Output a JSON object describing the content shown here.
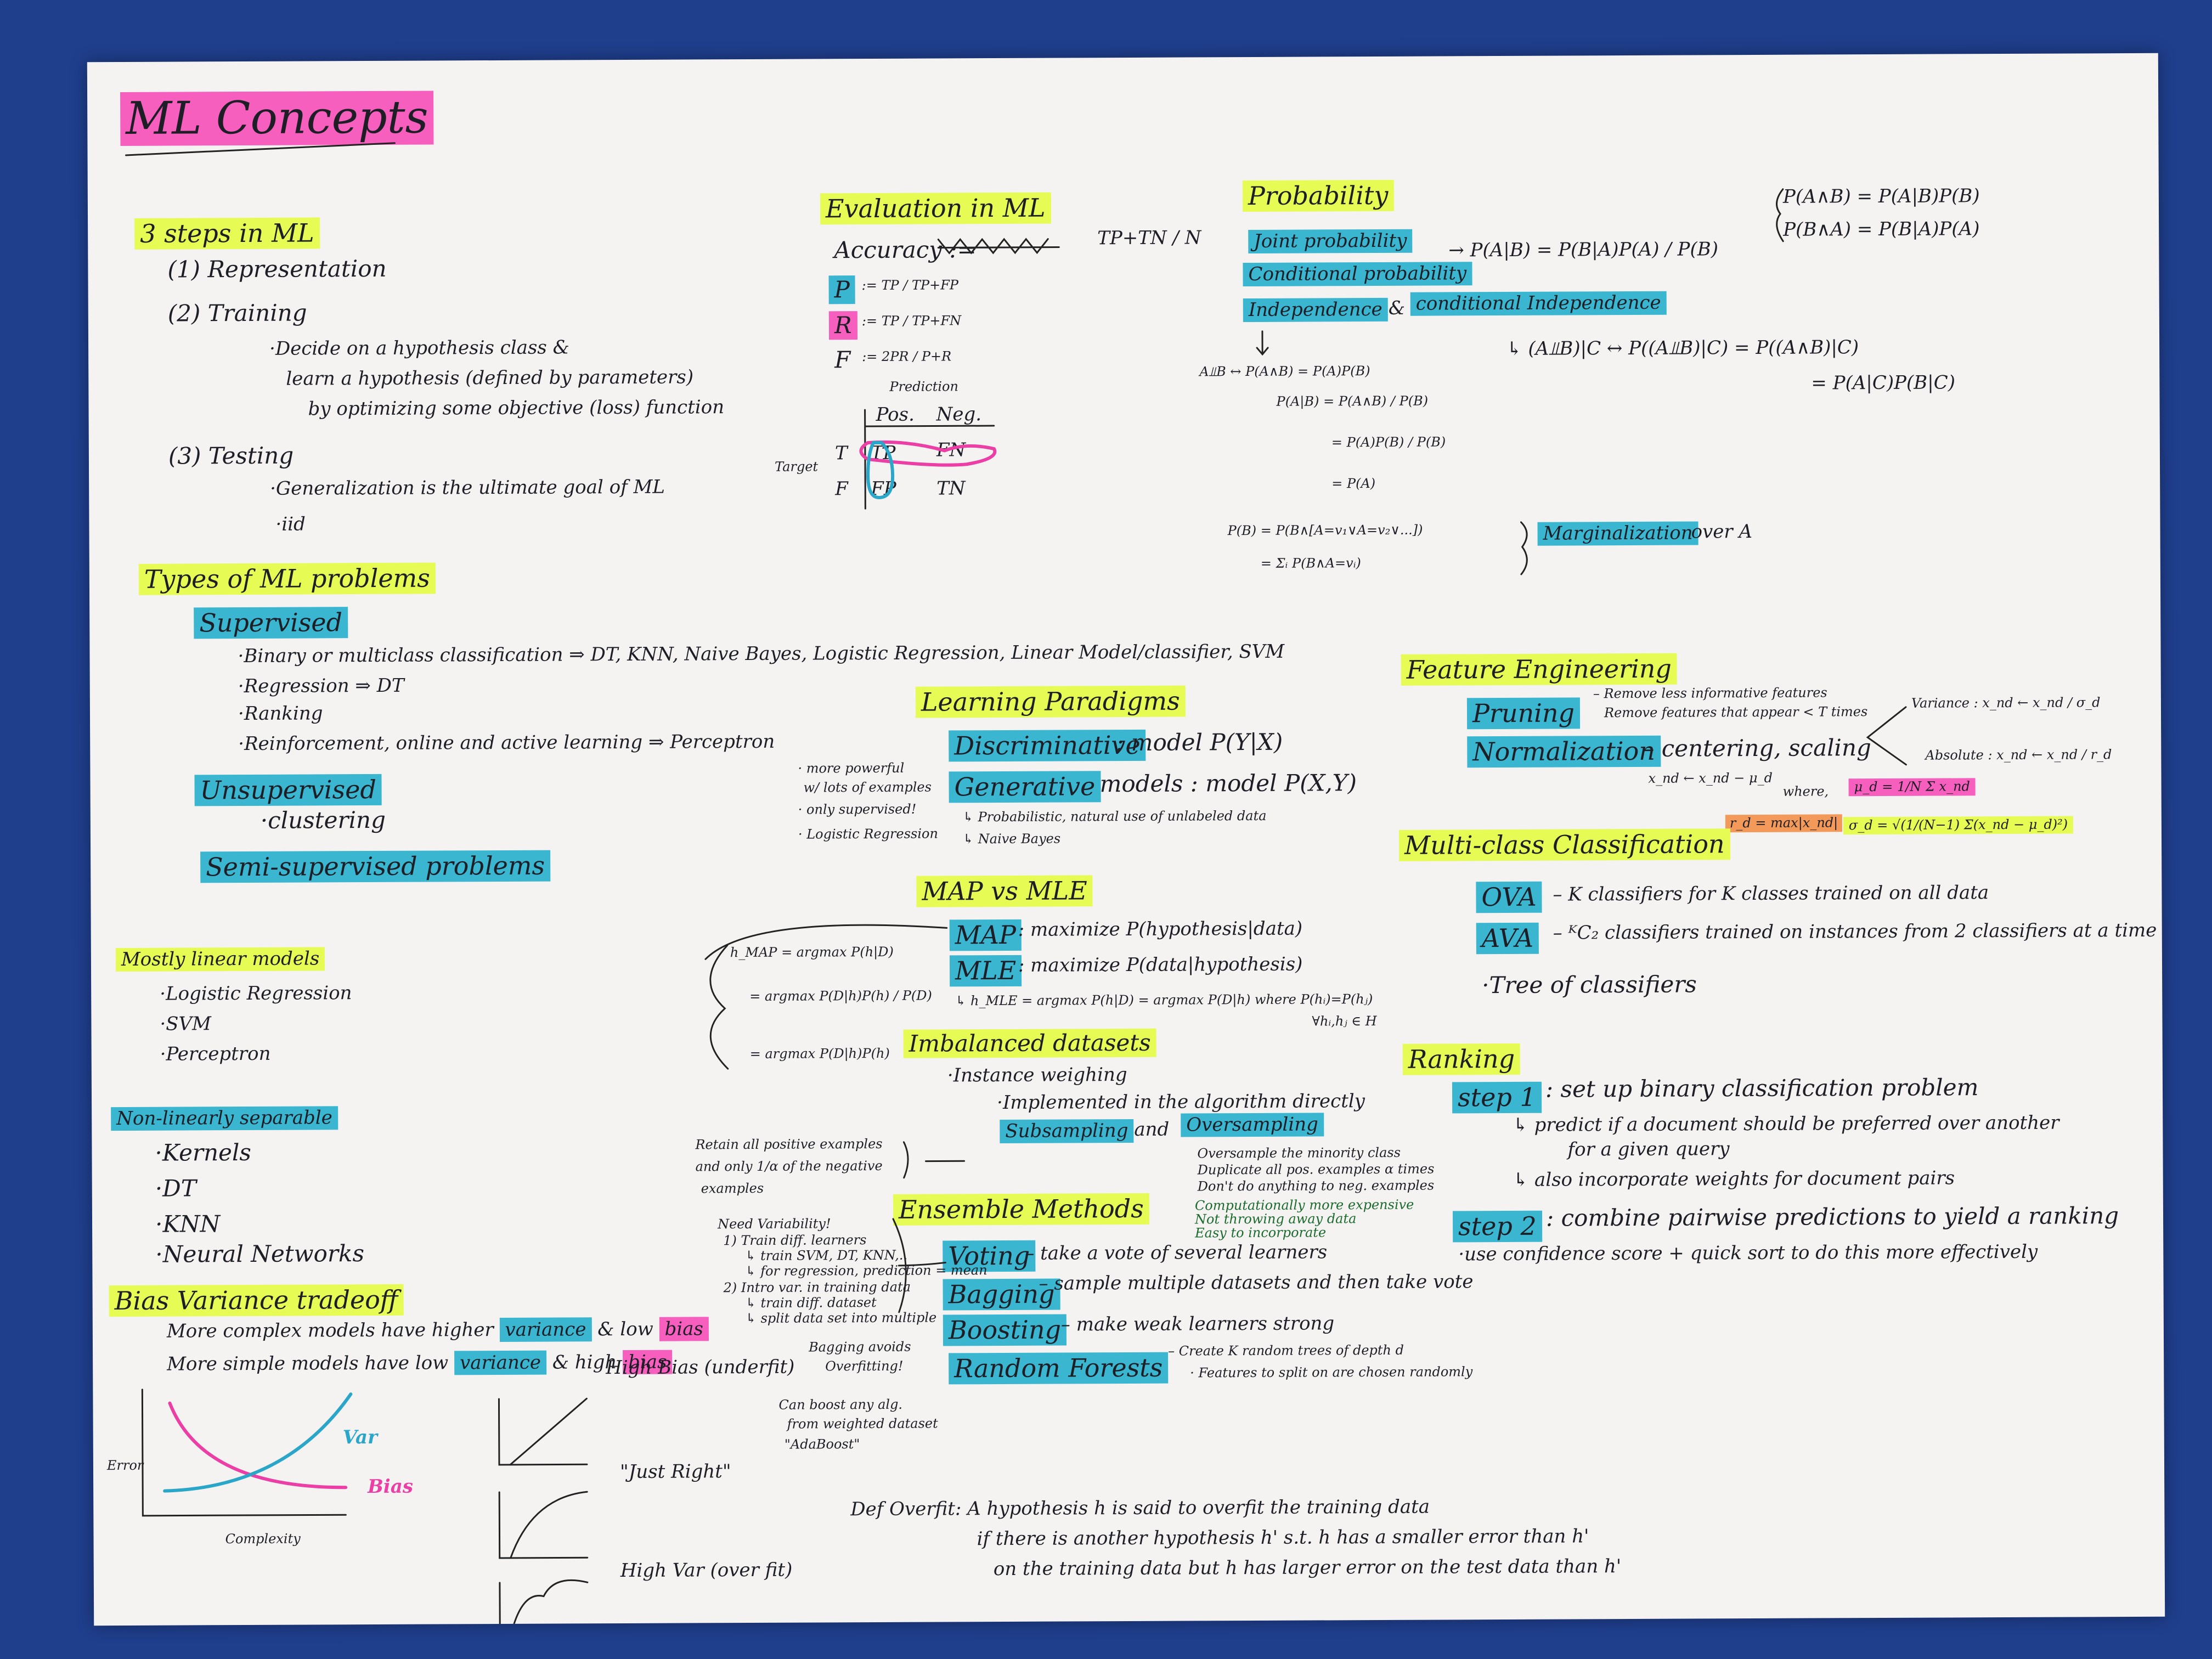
{
  "title": "ML Concepts",
  "steps": {
    "heading": "3 steps in ML",
    "s1": "(1) Representation",
    "s2": "(2) Training",
    "s2a": "·Decide on a hypothesis class &",
    "s2b": "learn a hypothesis (defined by parameters)",
    "s2c": "by optimizing some objective (loss) function",
    "s3": "(3) Testing",
    "s3a": "·Generalization is the ultimate goal of ML",
    "s3b": "·iid"
  },
  "types": {
    "heading": "Types of ML problems",
    "supervised": "Supervised",
    "sup1": "·Binary or multiclass classification ⇒ DT, KNN, Naive Bayes, Logistic Regression, Linear Model/classifier, SVM",
    "sup2": "·Regression ⇒ DT",
    "sup3": "·Ranking",
    "sup4": "·Reinforcement, online and active learning ⇒ Perceptron",
    "unsupervised": "Unsupervised",
    "uns1": "·clustering",
    "semi": "Semi-supervised problems"
  },
  "linear": {
    "heading": "Mostly linear models",
    "i1": "·Logistic Regression",
    "i2": "·SVM",
    "i3": "·Perceptron"
  },
  "nonlinear": {
    "heading": "Non-linearly separable",
    "i1": "·Kernels",
    "i2": "·DT",
    "i3": "·KNN",
    "i4": "·Neural Networks"
  },
  "biasvar": {
    "heading": "Bias Variance tradeoff",
    "l1a": "More complex models have higher",
    "l1b": "variance",
    "l1c": "& low",
    "l1d": "bias",
    "l2a": "More simple models have low",
    "l2b": "variance",
    "l2c": "& high",
    "l2d": "bias",
    "error": "Error",
    "complexity": "Complexity",
    "var": "Var",
    "bias": "Bias",
    "underfit": "High Bias (underfit)",
    "right": "\"Just Right\"",
    "overfit": "High Var (over fit)"
  },
  "evaluation": {
    "heading": "Evaluation in ML",
    "accuracy": "Accuracy :=",
    "acc_frac": "TP+TN / N",
    "p": "P",
    "p_def": ":= TP / TP+FP",
    "r": "R",
    "r_def": ":= TP / TP+FN",
    "f": "F",
    "f_def": ":= 2PR / P+R",
    "prediction": "Prediction",
    "pos": "Pos.",
    "neg": "Neg.",
    "target": "Target",
    "t": "T",
    "fl": "F",
    "tp": "TP",
    "fn": "FN",
    "fp": "FP",
    "tn": "TN"
  },
  "probability": {
    "heading": "Probability",
    "joint": "Joint probability",
    "conditional": "Conditional probability",
    "cond_eq": "→ P(A|B) = P(B|A)P(A) / P(B)",
    "cases1": "P(A∧B) = P(A|B)P(B)",
    "cases2": "P(B∧A) = P(B|A)P(A)",
    "independence": "Independence",
    "amp": "&",
    "cond_indep": "conditional Independence",
    "ci_eq1": "↳ (A⫫B)|C ↔ P((A⫫B)|C) = P((A∧B)|C)",
    "ci_eq2": "= P(A|C)P(B|C)",
    "ind1": "A⫫B ↔ P(A∧B) = P(A)P(B)",
    "ind2": "P(A|B) = P(A∧B) / P(B)",
    "ind3": "= P(A)P(B) / P(B)",
    "ind4": "= P(A)",
    "marg1": "P(B) = P(B∧[A=v₁∨A=v₂∨...])",
    "marg2": "= Σᵢ P(B∧A=vᵢ)",
    "marginalization": "Marginalization",
    "over_a": "over A"
  },
  "paradigms": {
    "heading": "Learning Paradigms",
    "disc": "Discriminative",
    "disc_def": ": model P(Y|X)",
    "gen": "Generative",
    "gen_def": "models : model P(X,Y)",
    "gen_n1": "↳ Probabilistic, natural use of unlabeled data",
    "gen_n2": "↳ Naive Bayes",
    "side1": "· more powerful",
    "side2": "w/ lots of examples",
    "side3": "· only supervised!",
    "side4": "· Logistic Regression"
  },
  "feature": {
    "heading": "Feature Engineering",
    "pruning": "Pruning",
    "prune1": "– Remove less informative features",
    "prune2": "Remove features that appear < T times",
    "normalization": "Normalization",
    "norm_def": "– centering, scaling",
    "center_eq": "x_nd ← x_nd − μ_d",
    "var_lbl": "Variance : x_nd ← x_nd / σ_d",
    "abs_lbl": "Absolute : x_nd ← x_nd / r_d",
    "where": "where,",
    "mu": "μ_d = 1/N Σ x_nd",
    "r": "r_d = max|x_nd|",
    "sigma": "σ_d = √(1/(N−1) Σ(x_nd − μ_d)²)"
  },
  "multiclass": {
    "heading": "Multi-class Classification",
    "ova": "OVA",
    "ova_def": "– K classifiers for K classes trained on all data",
    "ava": "AVA",
    "ava_def": "– ᴷC₂ classifiers trained on instances from 2 classifiers at a time",
    "tree": "·Tree of classifiers"
  },
  "map": {
    "heading": "MAP vs MLE",
    "map": "MAP",
    "map_def": ": maximize P(hypothesis|data)",
    "mle": "MLE",
    "mle_def": ": maximize P(data|hypothesis)",
    "mle_eq": "↳ h_MLE = argmax P(h|D) = argmax P(D|h)   where P(hᵢ)=P(hⱼ)",
    "forall": "∀hᵢ,hⱼ ∈ H",
    "h1": "h_MAP = argmax P(h|D)",
    "h2": "= argmax P(D|h)P(h) / P(D)",
    "h3": "= argmax P(D|h)P(h)"
  },
  "imbalanced": {
    "heading": "Imbalanced datasets",
    "i1": "·Instance weighing",
    "i2": "·Implemented in the algorithm directly",
    "sub": "Subsampling",
    "and": "and",
    "over": "Oversampling",
    "retain1": "Retain all positive examples",
    "retain2": "and only 1/α of the negative",
    "retain3": "examples",
    "ov1": "Oversample the minority class",
    "ov2": "Duplicate all pos. examples α times",
    "ov3": "Don't do anything to neg. examples",
    "g1": "Computationally more expensive",
    "g2": "Not throwing away data",
    "g3": "Easy to incorporate"
  },
  "ensemble": {
    "heading": "Ensemble Methods",
    "voting": "Voting",
    "voting_def": "– take a vote of several learners",
    "bagging": "Bagging",
    "bagging_def": "– sample multiple datasets and then take vote",
    "boosting": "Boosting",
    "boosting_def": "– make weak learners strong",
    "rf": "Random Forests",
    "rf_def": "– Create K random trees of depth d",
    "rf_n": "· Features to split on are chosen randomly",
    "nv1": "Need Variability!",
    "nv2": "1) Train diff. learners",
    "nv3": "↳ train SVM, DT, KNN,..",
    "nv4": "↳ for regression, prediction = mean",
    "nv5": "2) Intro var. in training data",
    "nv6": "↳ train diff. dataset",
    "nv7": "↳ split data set into multiple",
    "bag1": "Bagging avoids",
    "bag2": "Overfitting!",
    "boost1": "Can boost any alg.",
    "boost2": "from weighted dataset",
    "boost3": "\"AdaBoost\""
  },
  "ranking": {
    "heading": "Ranking",
    "step1": "step 1",
    "step1_def": ": set up binary classification problem",
    "r1": "↳ predict if a document should be preferred over another",
    "r2": "for a given query",
    "r3": "↳ also incorporate weights for document pairs",
    "step2": "step 2",
    "step2_def": ": combine pairwise predictions to yield a ranking",
    "r4": "·use confidence score + quick sort to do this more effectively"
  },
  "overfit": {
    "l1": "Def Overfit: A hypothesis h is said to overfit the training data",
    "l2": "if there is another hypothesis h' s.t. h has a smaller error than h'",
    "l3": "on the training data but h has larger error on the test data than h'"
  },
  "colors": {
    "yellow": "#e6fb54",
    "blue": "#3ab6d1",
    "pink": "#f75fbe",
    "orange": "#f39a5a",
    "background": "#1f3e8c"
  }
}
